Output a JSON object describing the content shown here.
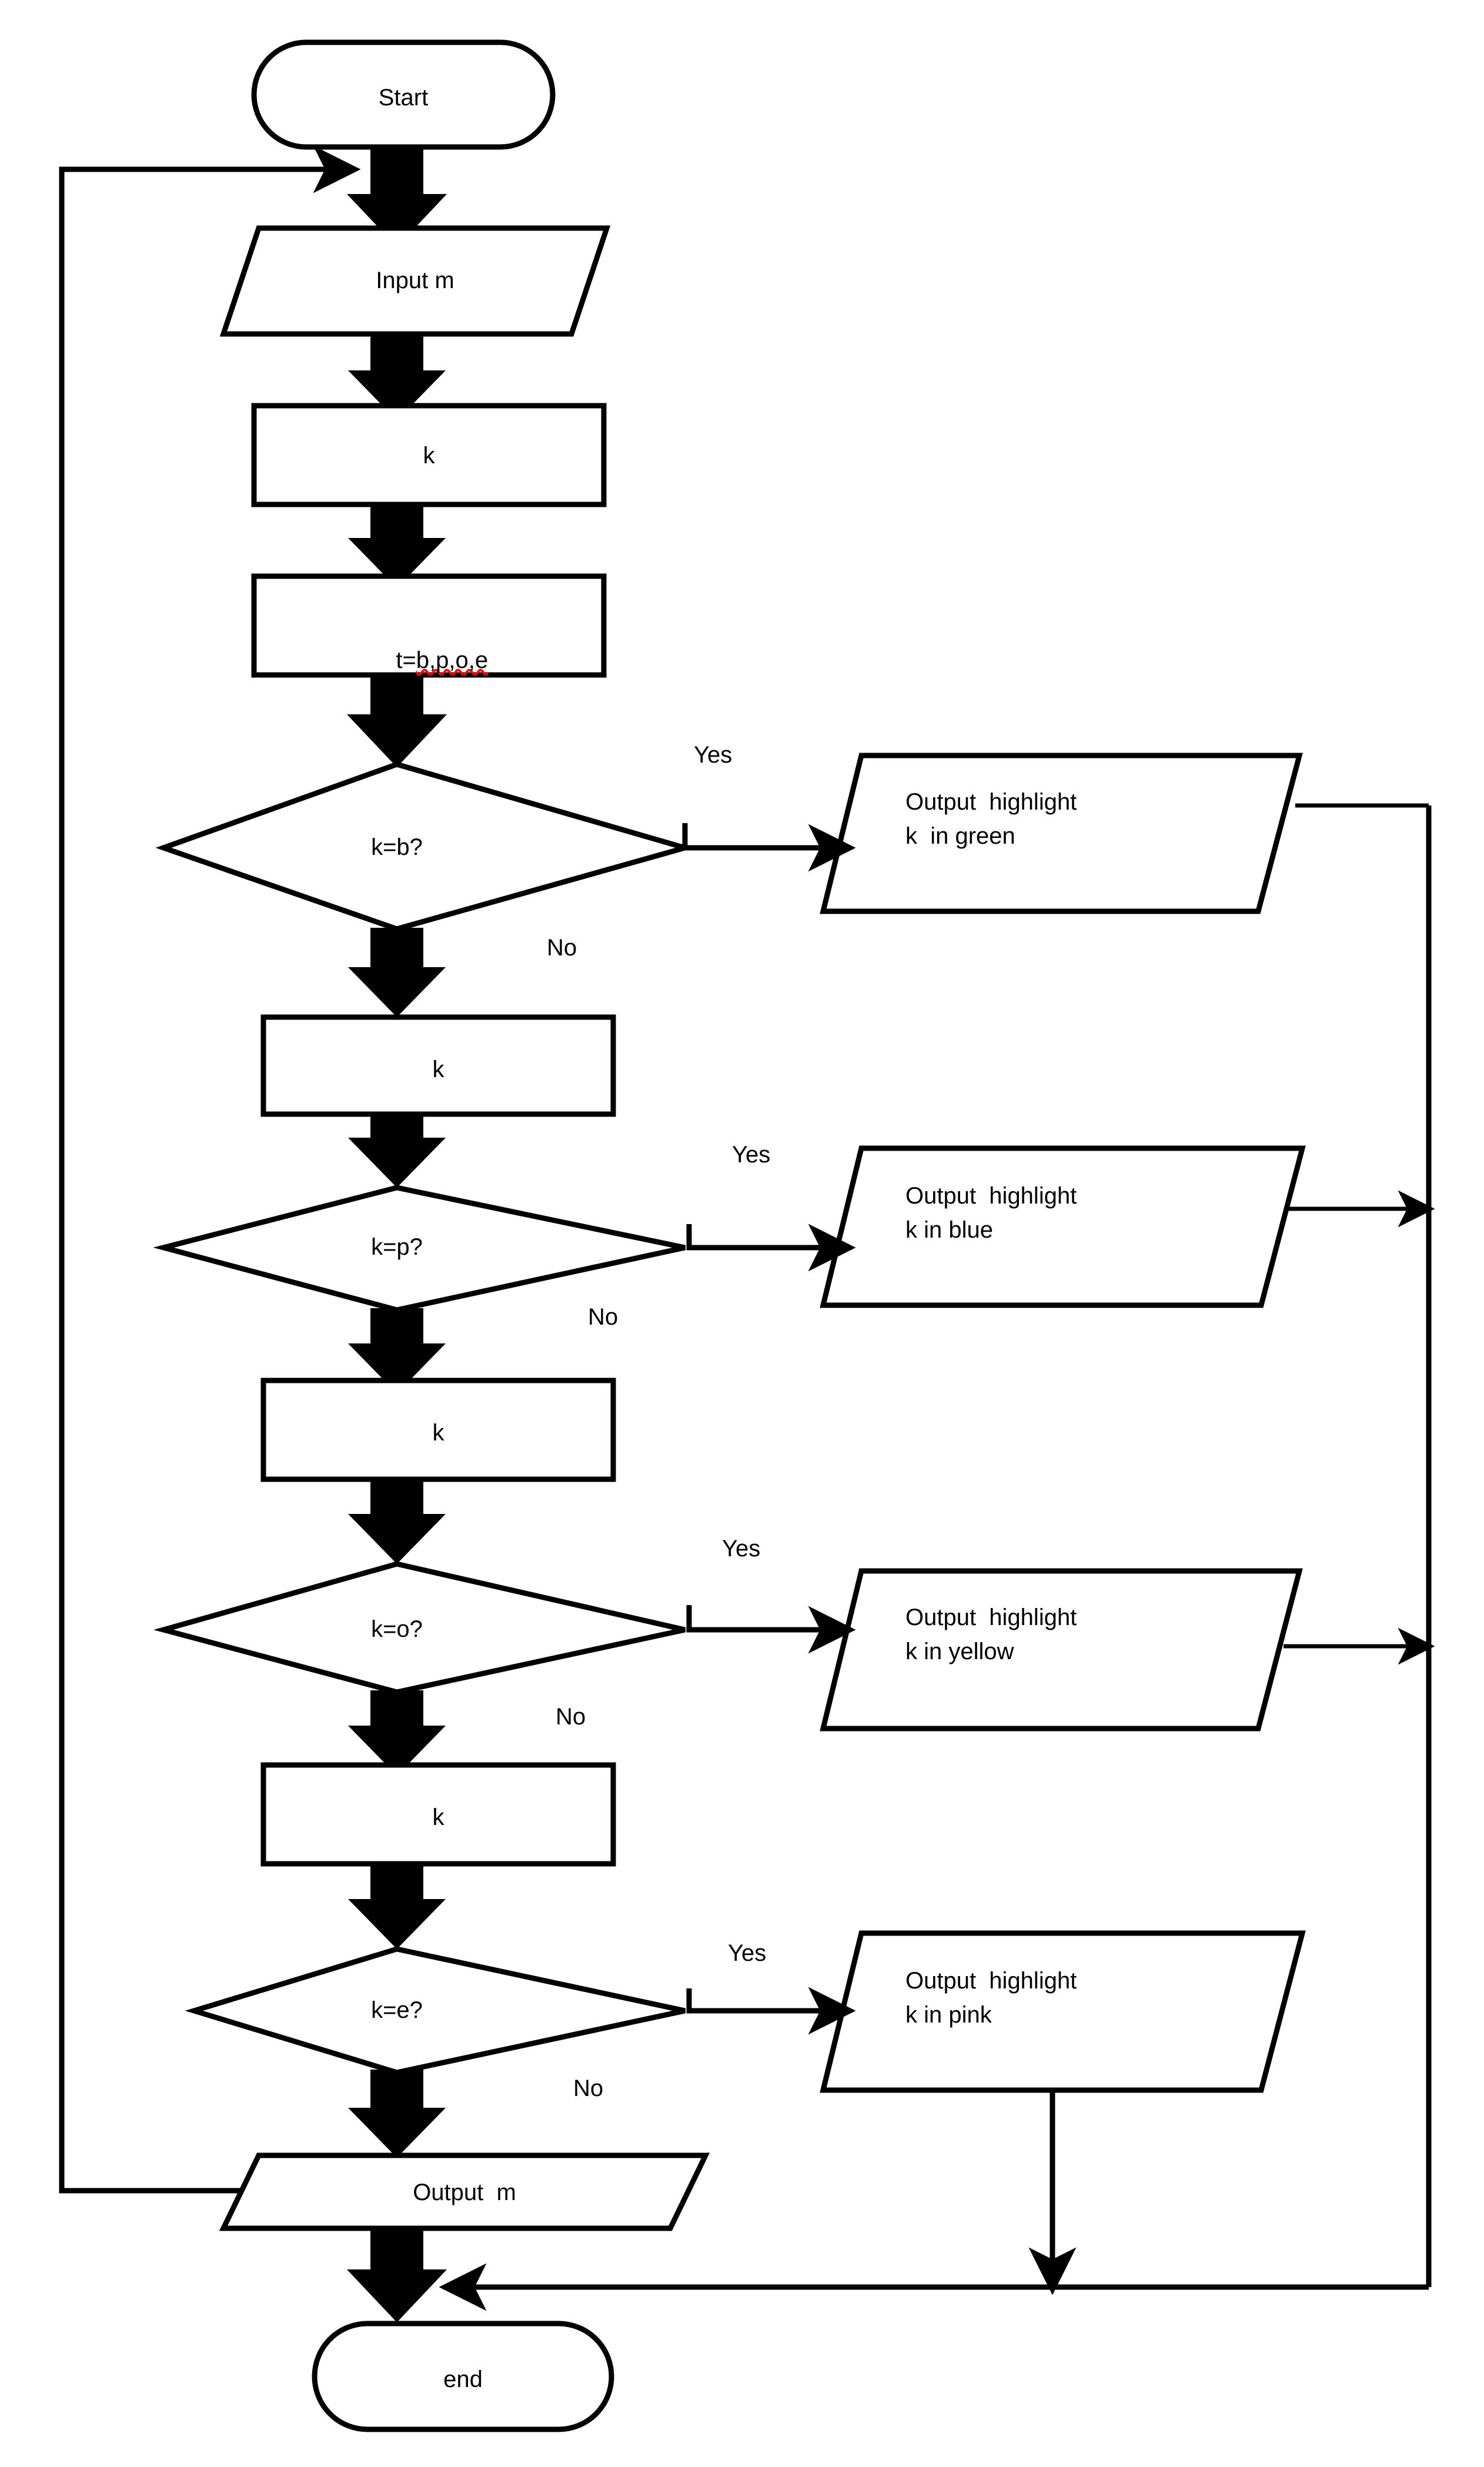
{
  "diagram": {
    "type": "flowchart",
    "title": "Highlight letter flowchart",
    "colors": {
      "stroke": "#000000",
      "fill": "#ffffff",
      "text": "#000000",
      "spellcheck_underline": "#ff0000"
    },
    "nodes": [
      {
        "id": "start",
        "shape": "terminator",
        "label": "Start"
      },
      {
        "id": "input_m",
        "shape": "parallelogram",
        "label": "Input m"
      },
      {
        "id": "k1",
        "shape": "process",
        "label": "k"
      },
      {
        "id": "t_assign",
        "shape": "process",
        "label": "t=b,p,o,e",
        "label_prefix": "t=",
        "label_misspelled": "b,p,o,e"
      },
      {
        "id": "d_b",
        "shape": "decision",
        "label": "k=b?"
      },
      {
        "id": "out_green",
        "shape": "parallelogram",
        "label_line1": "Output  highlight",
        "label_line2": "k  in green"
      },
      {
        "id": "k2",
        "shape": "process",
        "label": "k"
      },
      {
        "id": "d_p",
        "shape": "decision",
        "label": "k=p?"
      },
      {
        "id": "out_blue",
        "shape": "parallelogram",
        "label_line1": "Output  highlight",
        "label_line2": "k in blue"
      },
      {
        "id": "k3",
        "shape": "process",
        "label": "k"
      },
      {
        "id": "d_o",
        "shape": "decision",
        "label": "k=o?"
      },
      {
        "id": "out_yellow",
        "shape": "parallelogram",
        "label_line1": "Output  highlight",
        "label_line2": "k in yellow"
      },
      {
        "id": "k4",
        "shape": "process",
        "label": "k"
      },
      {
        "id": "d_e",
        "shape": "decision",
        "label": "k=e?"
      },
      {
        "id": "out_pink",
        "shape": "parallelogram",
        "label_line1": "Output  highlight",
        "label_line2": "k in pink"
      },
      {
        "id": "output_m",
        "shape": "parallelogram",
        "label": "Output  m"
      },
      {
        "id": "end",
        "shape": "terminator",
        "label": "end"
      }
    ],
    "edge_labels": {
      "yes_b": "Yes",
      "no_b": "No",
      "yes_p": "Yes",
      "no_p": "No",
      "yes_o": "Yes",
      "no_o": "No",
      "yes_e": "Yes",
      "no_e": "No"
    }
  }
}
